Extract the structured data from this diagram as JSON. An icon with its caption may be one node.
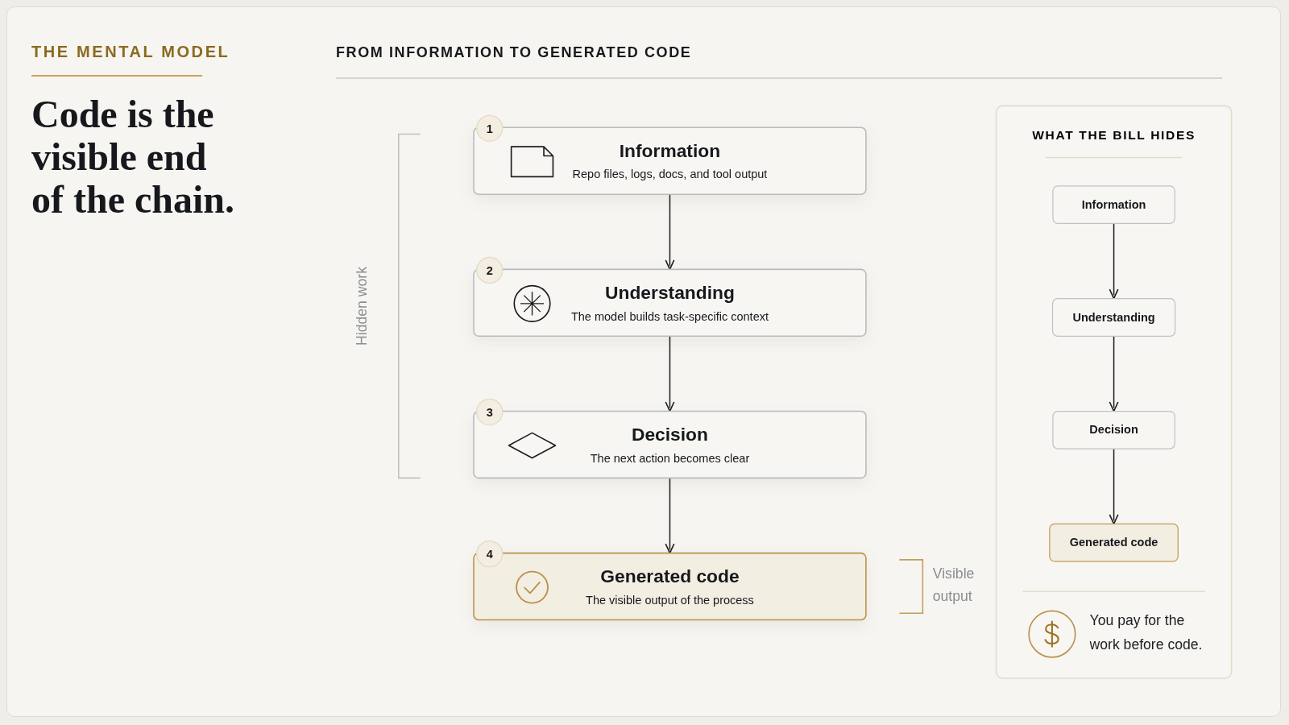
{
  "diagram": {
    "title": "Code is the visible end of the chain.",
    "nodes": [
      {
        "text": [
          "1",
          "Information",
          "Repo files, logs, docs, and tool output"
        ]
      },
      {
        "text": [
          "2",
          "Understanding",
          "The model builds task-specific context"
        ]
      },
      {
        "text": [
          "3",
          "Decision",
          "The next action becomes clear"
        ]
      },
      {
        "text": [
          "4",
          "Generated code",
          "The visible output of the process"
        ]
      },
      {
        "text": [
          "WHAT THE BILL HIDES"
        ]
      },
      {
        "text": [
          "Information"
        ],
        "in": 4
      },
      {
        "text": [
          "Understanding"
        ],
        "in": 4
      },
      {
        "text": [
          "Decision"
        ],
        "in": 4
      },
      {
        "text": [
          "Generated code"
        ],
        "in": 4
      }
    ],
    "edges": [
      {
        "from": 0,
        "to": 1,
        "arrow": "to"
      },
      {
        "from": 1,
        "to": 2,
        "arrow": "to"
      },
      {
        "from": 2,
        "to": 3,
        "arrow": "to"
      },
      {
        "from": 5,
        "to": 6,
        "arrow": "to"
      },
      {
        "from": 6,
        "to": 7,
        "arrow": "to"
      },
      {
        "from": 7,
        "to": 8,
        "arrow": "to"
      }
    ],
    "labels": [
      "THE MENTAL MODEL",
      "FROM INFORMATION TO GENERATED CODE",
      "Hidden work",
      "Visible output",
      "You pay for the work before code."
    ]
  }
}
